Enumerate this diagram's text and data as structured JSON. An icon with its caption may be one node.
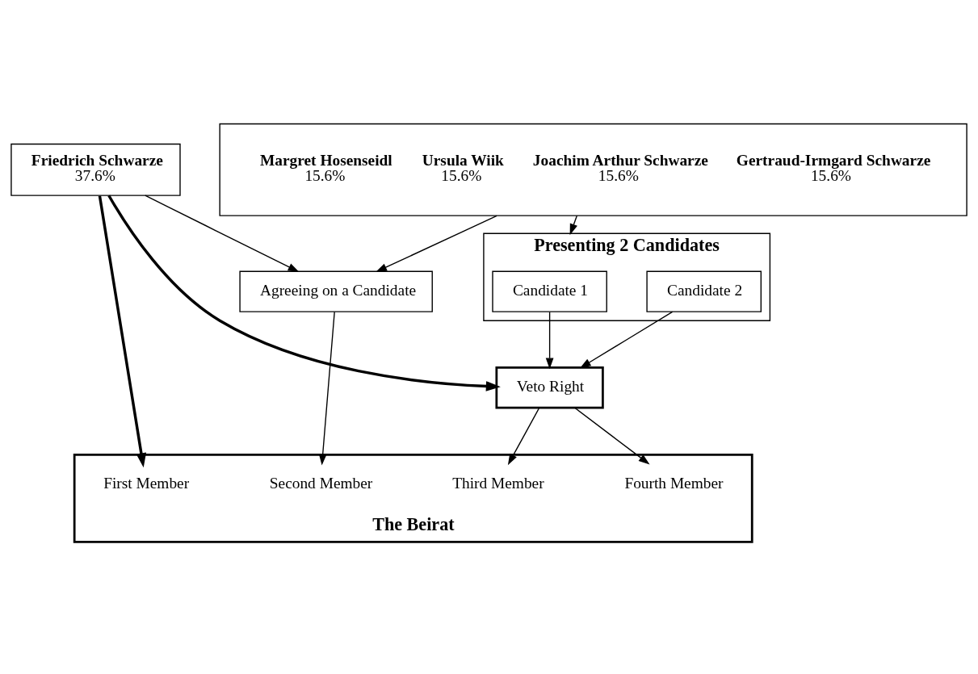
{
  "diagram": {
    "nodes": [
      {
        "text": [
          "Friedrich Schwarze",
          "37.6%"
        ]
      },
      {
        "text": [
          "Margret Hosenseidl",
          "15.6%",
          "Ursula Wiik",
          "15.6%",
          "Joachim Arthur Schwarze",
          "15.6%",
          "Gertraud-Irmgard Schwarze",
          "15.6%"
        ]
      },
      {
        "text": [
          "Presenting 2 Candidates"
        ]
      },
      {
        "text": [
          "Candidate 1"
        ],
        "in": 2
      },
      {
        "text": [
          "Candidate 2"
        ],
        "in": 2
      },
      {
        "text": [
          "Veto Right"
        ]
      },
      {
        "text": [
          "Agreeing on a Candidate"
        ]
      },
      {
        "text": [
          "The Beirat"
        ]
      },
      {
        "text": [
          "First Member"
        ],
        "in": 7
      },
      {
        "text": [
          "Second Member"
        ],
        "in": 7
      },
      {
        "text": [
          "Third Member"
        ],
        "in": 7
      },
      {
        "text": [
          "Fourth Member"
        ],
        "in": 7
      }
    ],
    "edges": [
      {
        "from": 0,
        "to": 8,
        "arrow": "to",
        "style": "thick"
      },
      {
        "from": 0,
        "to": 6,
        "arrow": "to"
      },
      {
        "from": 0,
        "to": 5,
        "arrow": "to",
        "style": "thick"
      },
      {
        "from": 1,
        "to": 2,
        "arrow": "to"
      },
      {
        "from": 1,
        "to": 6,
        "arrow": "to"
      },
      {
        "from": 3,
        "to": 5,
        "arrow": "to"
      },
      {
        "from": 4,
        "to": 5,
        "arrow": "to"
      },
      {
        "from": 6,
        "to": 9,
        "arrow": "to"
      },
      {
        "from": 5,
        "to": 10,
        "arrow": "to"
      },
      {
        "from": 5,
        "to": 11,
        "arrow": "to"
      }
    ]
  }
}
